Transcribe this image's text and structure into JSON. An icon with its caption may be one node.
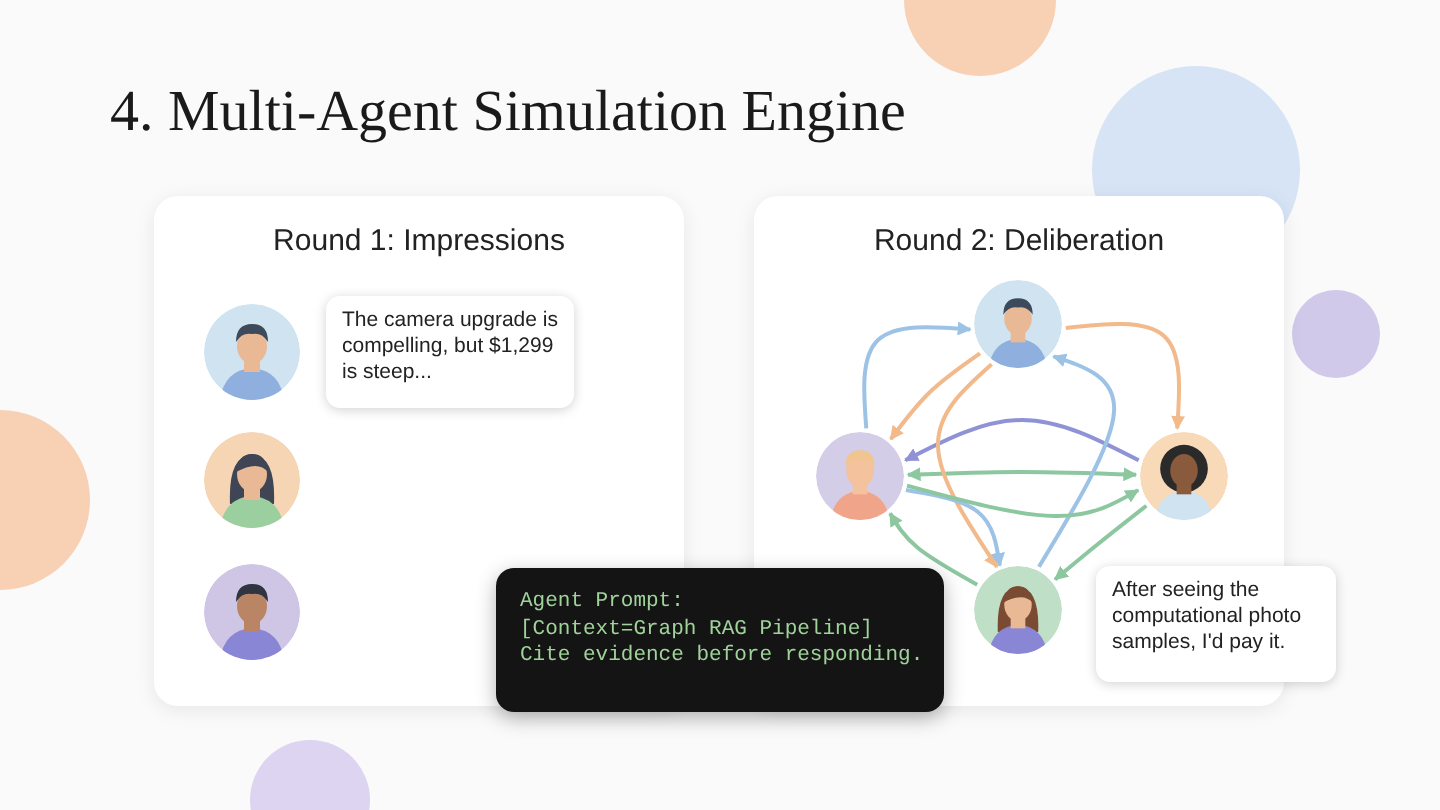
{
  "diagram": {
    "title": "4. Multi-Agent Simulation Engine",
    "nodes": [
      {
        "text": [
          "Round 1: Impressions"
        ]
      },
      {
        "text": [],
        "shape": "picture",
        "in": 0
      },
      {
        "text": [
          "The camera upgrade is compelling, but $1,299 is steep..."
        ],
        "in": 0
      },
      {
        "text": [],
        "shape": "picture",
        "in": 0
      },
      {
        "text": [],
        "shape": "picture",
        "in": 0
      },
      {
        "text": [
          "Round 2: Deliberation"
        ]
      },
      {
        "text": [],
        "shape": "picture",
        "in": 5
      },
      {
        "text": [],
        "shape": "picture",
        "in": 5
      },
      {
        "text": [],
        "shape": "picture",
        "in": 5
      },
      {
        "text": [],
        "shape": "picture",
        "in": 5
      },
      {
        "text": [
          "After seeing the computational photo samples, I'd pay it."
        ]
      },
      {
        "text": [
          "Agent Prompt:",
          "[Context=Graph RAG Pipeline]",
          "Cite evidence before responding."
        ]
      }
    ],
    "edges": [
      {
        "from": 7,
        "to": 6,
        "arrow": "to",
        "color": "#9cc3e6"
      },
      {
        "from": 6,
        "to": 8,
        "arrow": "to",
        "color": "#f2b98a"
      },
      {
        "from": 7,
        "to": 8,
        "arrow": "both",
        "color": "#8cc7a0"
      },
      {
        "from": 8,
        "to": 7,
        "arrow": "to",
        "color": "#8f93d6"
      },
      {
        "from": 9,
        "to": 6,
        "arrow": "to",
        "color": "#9cc3e6"
      },
      {
        "from": 6,
        "to": 9,
        "arrow": "to",
        "color": "#f2b98a"
      },
      {
        "from": 7,
        "to": 9,
        "arrow": "to",
        "color": "#9cc3e6"
      },
      {
        "from": 9,
        "to": 7,
        "arrow": "to",
        "color": "#8cc7a0"
      },
      {
        "from": 8,
        "to": 9,
        "arrow": "to",
        "color": "#8cc7a0"
      },
      {
        "from": 6,
        "to": 7,
        "arrow": "to",
        "color": "#f2b98a"
      },
      {
        "from": 7,
        "to": 8,
        "arrow": "to",
        "color": "#8cc7a0"
      }
    ]
  }
}
